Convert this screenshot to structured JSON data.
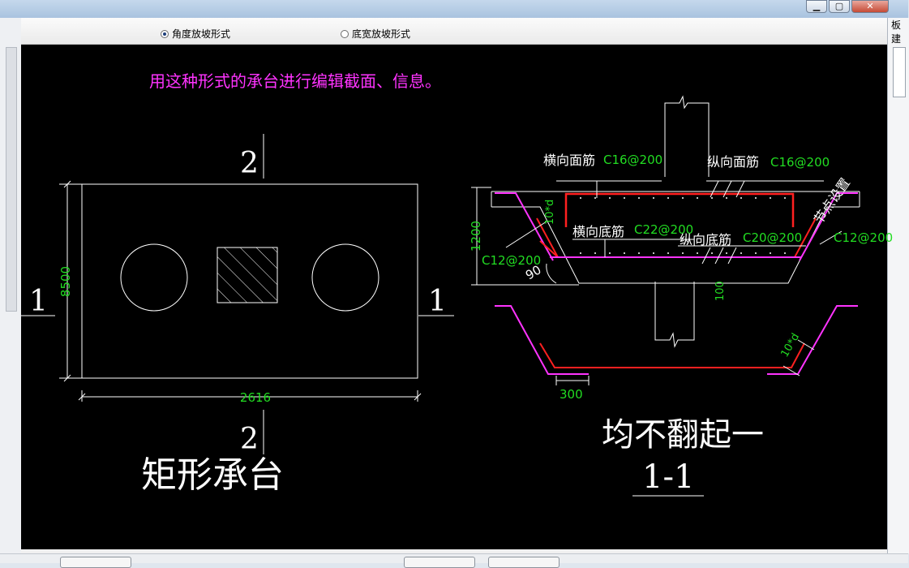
{
  "window": {
    "min_glyph": "▁",
    "max_glyph": "▢",
    "close_glyph": "✕"
  },
  "right_panel": {
    "text": "板建"
  },
  "options": {
    "angle_slope": "角度放坡形式",
    "width_slope": "底宽放坡形式"
  },
  "drawing": {
    "instruction": "用这种形式的承台进行编辑截面、信息。",
    "plan": {
      "section_mark": "2",
      "side_mark": "1",
      "dim_height": "8500",
      "dim_width": "2616",
      "caption": "矩形承台"
    },
    "section": {
      "top_transverse": "横向面筋",
      "top_transverse_spec": "C16@200",
      "top_longitudinal": "纵向面筋",
      "top_longitudinal_spec": "C16@200",
      "node_setting": "节点设置",
      "hook_top": "10*d",
      "bottom_transverse": "横向底筋",
      "bottom_transverse_spec": "C22@200",
      "bottom_longitudinal": "纵向底筋",
      "bottom_longitudinal_spec": "C20@200",
      "side_right": "C12@200",
      "side_left": "C12@200",
      "height": "1200",
      "angle": "90",
      "dim_100": "100",
      "hook_bottom": "10*d",
      "dim_300": "300",
      "note": "均不翻起一",
      "title": "1-1"
    }
  },
  "colors": {
    "magenta": "#ff33ff",
    "green": "#22dd22",
    "red": "#ff2020",
    "white": "#ffffff"
  }
}
